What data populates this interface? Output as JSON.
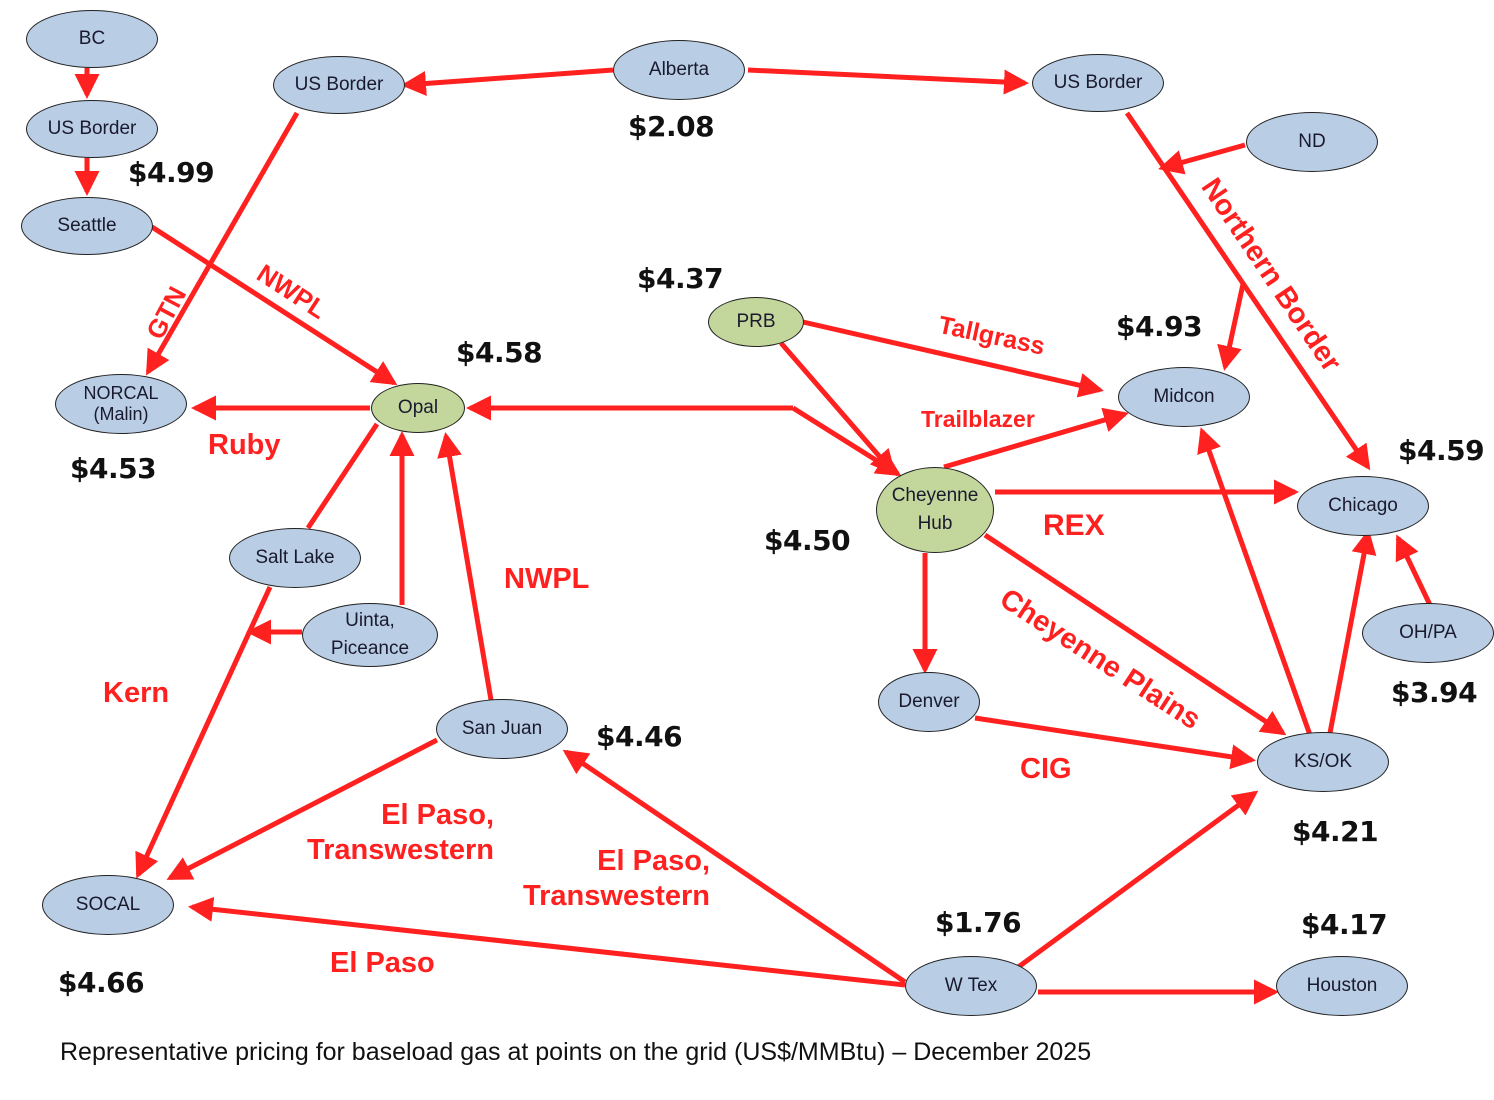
{
  "caption": "Representative pricing for baseload gas at points on the grid (US$/MMBtu) – December 2025",
  "colors": {
    "pipeline": "#ff2020",
    "node_supply": "#b9cde5",
    "node_hub": "#c3d69b",
    "outline": "#222222",
    "price_text": "#111111"
  },
  "nodes": {
    "bc": "BC",
    "us_border_w": "US Border",
    "seattle": "Seattle",
    "us_border_c": "US Border",
    "alberta": "Alberta",
    "us_border_e": "US Border",
    "nd": "ND",
    "norcal": "NORCAL\n(Malin)",
    "opal": "Opal",
    "prb": "PRB",
    "midcon": "Midcon",
    "cheyenne": "Cheyenne\nHub",
    "chicago": "Chicago",
    "salt_lake": "Salt Lake",
    "uinta": "Uinta,\nPiceance",
    "oh_pa": "OH/PA",
    "denver": "Denver",
    "san_juan": "San Juan",
    "ks_ok": "KS/OK",
    "socal": "SOCAL",
    "w_tex": "W Tex",
    "houston": "Houston"
  },
  "prices": {
    "seattle": "$4.99",
    "alberta": "$2.08",
    "prb": "$4.37",
    "opal": "$4.58",
    "midcon": "$4.93",
    "norcal": "$4.53",
    "chicago": "$4.59",
    "cheyenne": "$4.50",
    "oh_pa": "$3.94",
    "san_juan": "$4.46",
    "ks_ok": "$4.21",
    "w_tex": "$1.76",
    "houston": "$4.17",
    "socal": "$4.66"
  },
  "pipelines": {
    "gtn": "GTN",
    "nwpl_north": "NWPL",
    "ruby": "Ruby",
    "nwpl_south": "NWPL",
    "kern": "Kern",
    "tallgrass": "Tallgrass",
    "trailblazer": "Trailblazer",
    "rex": "REX",
    "northern_border": "Northern Border",
    "cheyenne_plains": "Cheyenne Plains",
    "cig": "CIG",
    "el_paso_tw_1": "El Paso,\nTranswestern",
    "el_paso_tw_2": "El Paso,\nTranswestern",
    "el_paso": "El Paso"
  },
  "chart_data": {
    "type": "network",
    "title": "Representative pricing for baseload gas at points on the grid (US$/MMBtu) – December 2025",
    "unit": "US$/MMBtu",
    "node_prices": [
      {
        "node": "Seattle",
        "price": 4.99
      },
      {
        "node": "Alberta",
        "price": 2.08
      },
      {
        "node": "PRB",
        "price": 4.37
      },
      {
        "node": "Opal",
        "price": 4.58
      },
      {
        "node": "Midcon",
        "price": 4.93
      },
      {
        "node": "NORCAL (Malin)",
        "price": 4.53
      },
      {
        "node": "Chicago",
        "price": 4.59
      },
      {
        "node": "Cheyenne Hub",
        "price": 4.5
      },
      {
        "node": "OH/PA",
        "price": 3.94
      },
      {
        "node": "San Juan",
        "price": 4.46
      },
      {
        "node": "KS/OK",
        "price": 4.21
      },
      {
        "node": "W Tex",
        "price": 1.76
      },
      {
        "node": "Houston",
        "price": 4.17
      },
      {
        "node": "SOCAL",
        "price": 4.66
      }
    ],
    "flows": [
      {
        "from": "BC",
        "to": "US Border (W)"
      },
      {
        "from": "US Border (W)",
        "to": "Seattle"
      },
      {
        "from": "Alberta",
        "to": "US Border (C)"
      },
      {
        "from": "Alberta",
        "to": "US Border (E)"
      },
      {
        "from": "US Border (C)",
        "to": "NORCAL (Malin)",
        "pipeline": "GTN"
      },
      {
        "from": "Seattle",
        "to": "Opal",
        "pipeline": "NWPL"
      },
      {
        "from": "Opal",
        "to": "NORCAL (Malin)",
        "pipeline": "Ruby"
      },
      {
        "from": "Opal",
        "to": "SOCAL",
        "pipeline": "Kern",
        "via": "Salt Lake"
      },
      {
        "from": "Uinta, Piceance",
        "to": "Opal"
      },
      {
        "from": "Uinta, Piceance",
        "to": "Kern"
      },
      {
        "from": "San Juan",
        "to": "Opal",
        "pipeline": "NWPL"
      },
      {
        "from": "Cheyenne Hub",
        "to": "Opal"
      },
      {
        "from": "Opal",
        "to": "Cheyenne Hub"
      },
      {
        "from": "PRB",
        "to": "Cheyenne Hub"
      },
      {
        "from": "PRB",
        "to": "Midcon",
        "pipeline": "Tallgrass"
      },
      {
        "from": "Cheyenne Hub",
        "to": "Midcon",
        "pipeline": "Trailblazer"
      },
      {
        "from": "Cheyenne Hub",
        "to": "Chicago",
        "pipeline": "REX"
      },
      {
        "from": "Cheyenne Hub",
        "to": "Denver"
      },
      {
        "from": "Cheyenne Hub",
        "to": "KS/OK",
        "pipeline": "Cheyenne Plains"
      },
      {
        "from": "Denver",
        "to": "KS/OK",
        "pipeline": "CIG"
      },
      {
        "from": "US Border (E)",
        "to": "Chicago",
        "pipeline": "Northern Border"
      },
      {
        "from": "ND",
        "to": "Northern Border"
      },
      {
        "from": "Northern Border",
        "to": "Midcon"
      },
      {
        "from": "KS/OK",
        "to": "Midcon"
      },
      {
        "from": "KS/OK",
        "to": "Chicago"
      },
      {
        "from": "OH/PA",
        "to": "Chicago"
      },
      {
        "from": "San Juan",
        "to": "SOCAL",
        "pipeline": "El Paso, Transwestern"
      },
      {
        "from": "W Tex",
        "to": "San Juan",
        "pipeline": "El Paso, Transwestern"
      },
      {
        "from": "W Tex",
        "to": "SOCAL",
        "pipeline": "El Paso"
      },
      {
        "from": "W Tex",
        "to": "KS/OK"
      },
      {
        "from": "W Tex",
        "to": "Houston"
      }
    ]
  }
}
